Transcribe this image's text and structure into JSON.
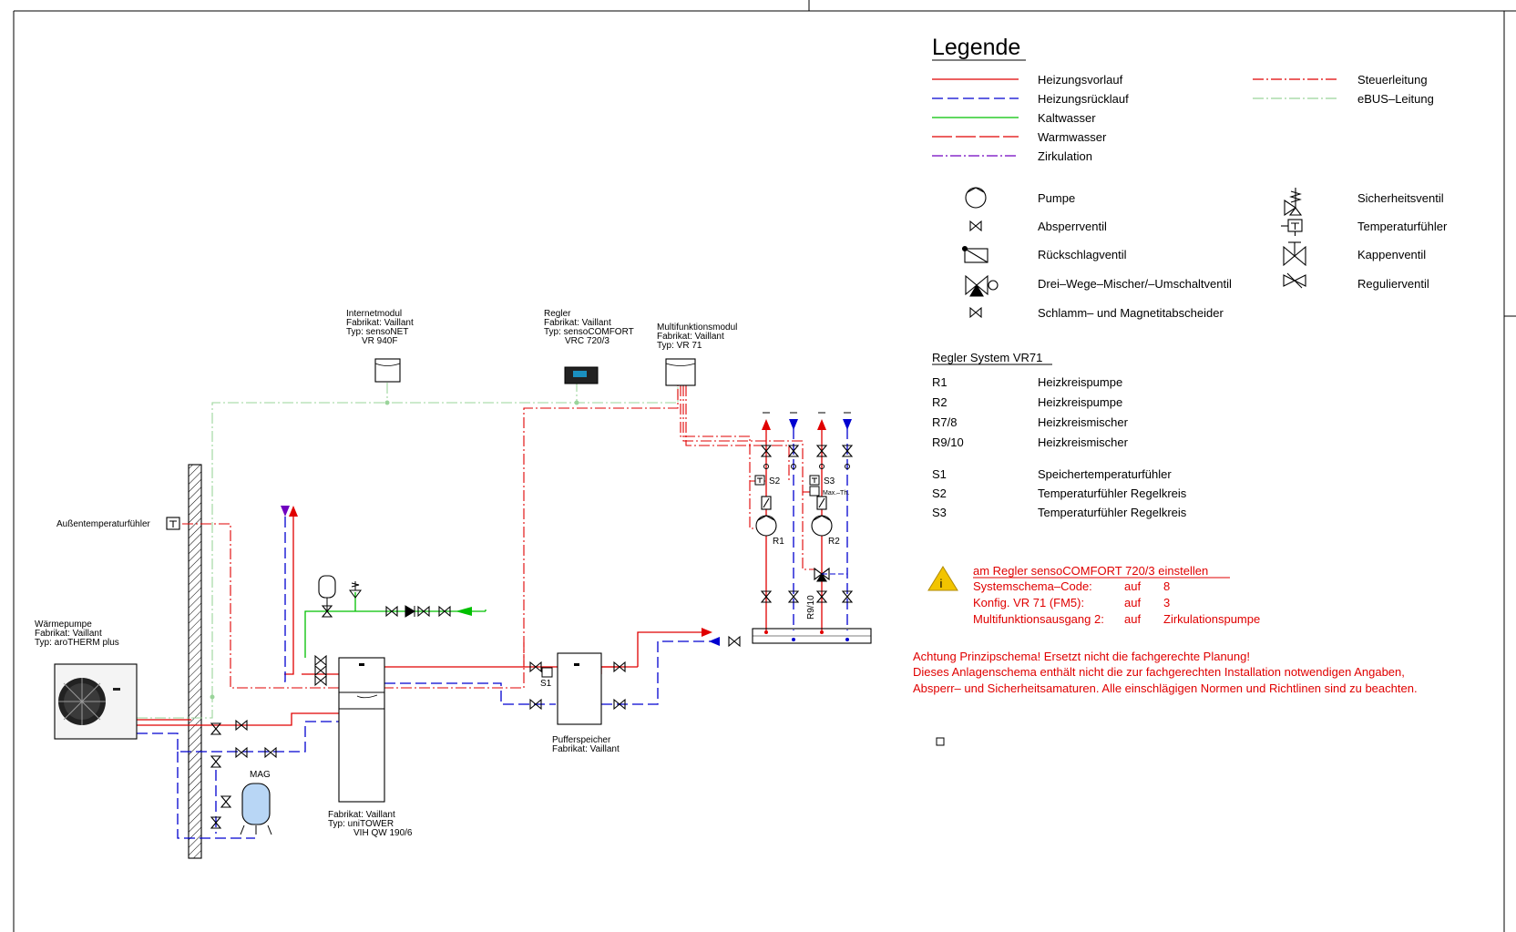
{
  "legend": {
    "title": "Legende",
    "lines": [
      {
        "label": "Heizungsvorlauf",
        "color": "#e00000",
        "dash": "solid"
      },
      {
        "label": "Heizungsrücklauf",
        "color": "#0000d0",
        "dash": "dashed"
      },
      {
        "label": "Kaltwasser",
        "color": "#00c000",
        "dash": "solid"
      },
      {
        "label": "Warmwasser",
        "color": "#e00000",
        "dash": "longdash"
      },
      {
        "label": "Zirkulation",
        "color": "#7000c0",
        "dash": "dashdot"
      }
    ],
    "lines_right": [
      {
        "label": "Steuerleitung",
        "color": "#e00000",
        "dash": "dashdot"
      },
      {
        "label": "eBUS–Leitung",
        "color": "#9ad49a",
        "dash": "dashdot"
      }
    ],
    "symbols_left": [
      {
        "label": "Pumpe",
        "icon": "pump-icon"
      },
      {
        "label": "Absperrventil",
        "icon": "shutoff-valve-icon"
      },
      {
        "label": "Rückschlagventil",
        "icon": "check-valve-icon"
      },
      {
        "label": "Drei–Wege–Mischer/–Umschaltventil",
        "icon": "three-way-valve-icon"
      },
      {
        "label": "Schlamm–  und Magnetitabscheider",
        "icon": "dirt-separator-icon"
      }
    ],
    "symbols_right": [
      {
        "label": "Sicherheitsventil",
        "icon": "safety-valve-icon"
      },
      {
        "label": "Temperaturfühler",
        "icon": "temperature-sensor-icon"
      },
      {
        "label": "Kappenventil",
        "icon": "cap-valve-icon"
      },
      {
        "label": "Regulierventil",
        "icon": "regulating-valve-icon"
      }
    ]
  },
  "regler": {
    "title": "Regler  System  VR71",
    "rows": [
      {
        "code": "R1",
        "desc": "Heizkreispumpe"
      },
      {
        "code": "R2",
        "desc": "Heizkreispumpe"
      },
      {
        "code": "R7/8",
        "desc": "Heizkreismischer"
      },
      {
        "code": "R9/10",
        "desc": "Heizkreismischer"
      }
    ],
    "sensors": [
      {
        "code": "S1",
        "desc": "Speichertemperaturfühler"
      },
      {
        "code": "S2",
        "desc": "Temperaturfühler  Regelkreis"
      },
      {
        "code": "S3",
        "desc": "Temperaturfühler  Regelkreis"
      }
    ]
  },
  "settings": {
    "title": "am  Regler  sensoCOMFORT  720/3  einstellen",
    "rows": [
      {
        "label": "Systemschema–Code:",
        "auf": "auf",
        "value": "8"
      },
      {
        "label": "Konfig.  VR  71  (FM5):",
        "auf": "auf",
        "value": "3"
      },
      {
        "label": "Multifunktionsausgang  2:",
        "auf": "auf",
        "value": "Zirkulationspumpe"
      }
    ]
  },
  "notice": {
    "line1": "Achtung  Prinzipschema!  Ersetzt  nicht  die  fachgerechte  Planung!",
    "line2": "Dieses  Anlagenschema  enthält  nicht  die  zur  fachgerechten  Installation  notwendigen  Angaben,",
    "line3": "Absperr–  und  Sicherheitsamaturen.  Alle  einschlägigen  Normen  und  Richtlinen  sind  zu  beachten."
  },
  "components": {
    "internetmodul": [
      "Internetmodul",
      "Fabrikat:  Vaillant",
      "Typ:  sensoNET",
      "VR  940F"
    ],
    "regler": [
      "Regler",
      "Fabrikat:  Vaillant",
      "Typ:  sensoCOMFORT",
      "VRC  720/3"
    ],
    "multifunktionsmodul": [
      "Multifunktionsmodul",
      "Fabrikat:  Vaillant",
      "Typ:  VR  71"
    ],
    "aussentemp": "Außentemperaturfühler",
    "waermepumpe": [
      "Wärmepumpe",
      "Fabrikat:  Vaillant",
      "Typ:  aroTHERM  plus"
    ],
    "mag": "MAG",
    "unitower": [
      "Fabrikat:  Vaillant",
      "Typ:  uniTOWER",
      "VIH  QW  190/6"
    ],
    "puffer": [
      "Pufferspeicher",
      "Fabrikat:  Vaillant"
    ],
    "labels": {
      "s1": "S1",
      "s2": "S2",
      "s3": "S3",
      "maxth": "Max.–Th.",
      "r1": "R1",
      "r2": "R2",
      "r910": "R9/10"
    }
  },
  "colors": {
    "supply": "#e00000",
    "return": "#0000d0",
    "cold": "#00c000",
    "circulation": "#7000c0",
    "ebus": "#9ad49a",
    "warning": "#f2c400"
  }
}
